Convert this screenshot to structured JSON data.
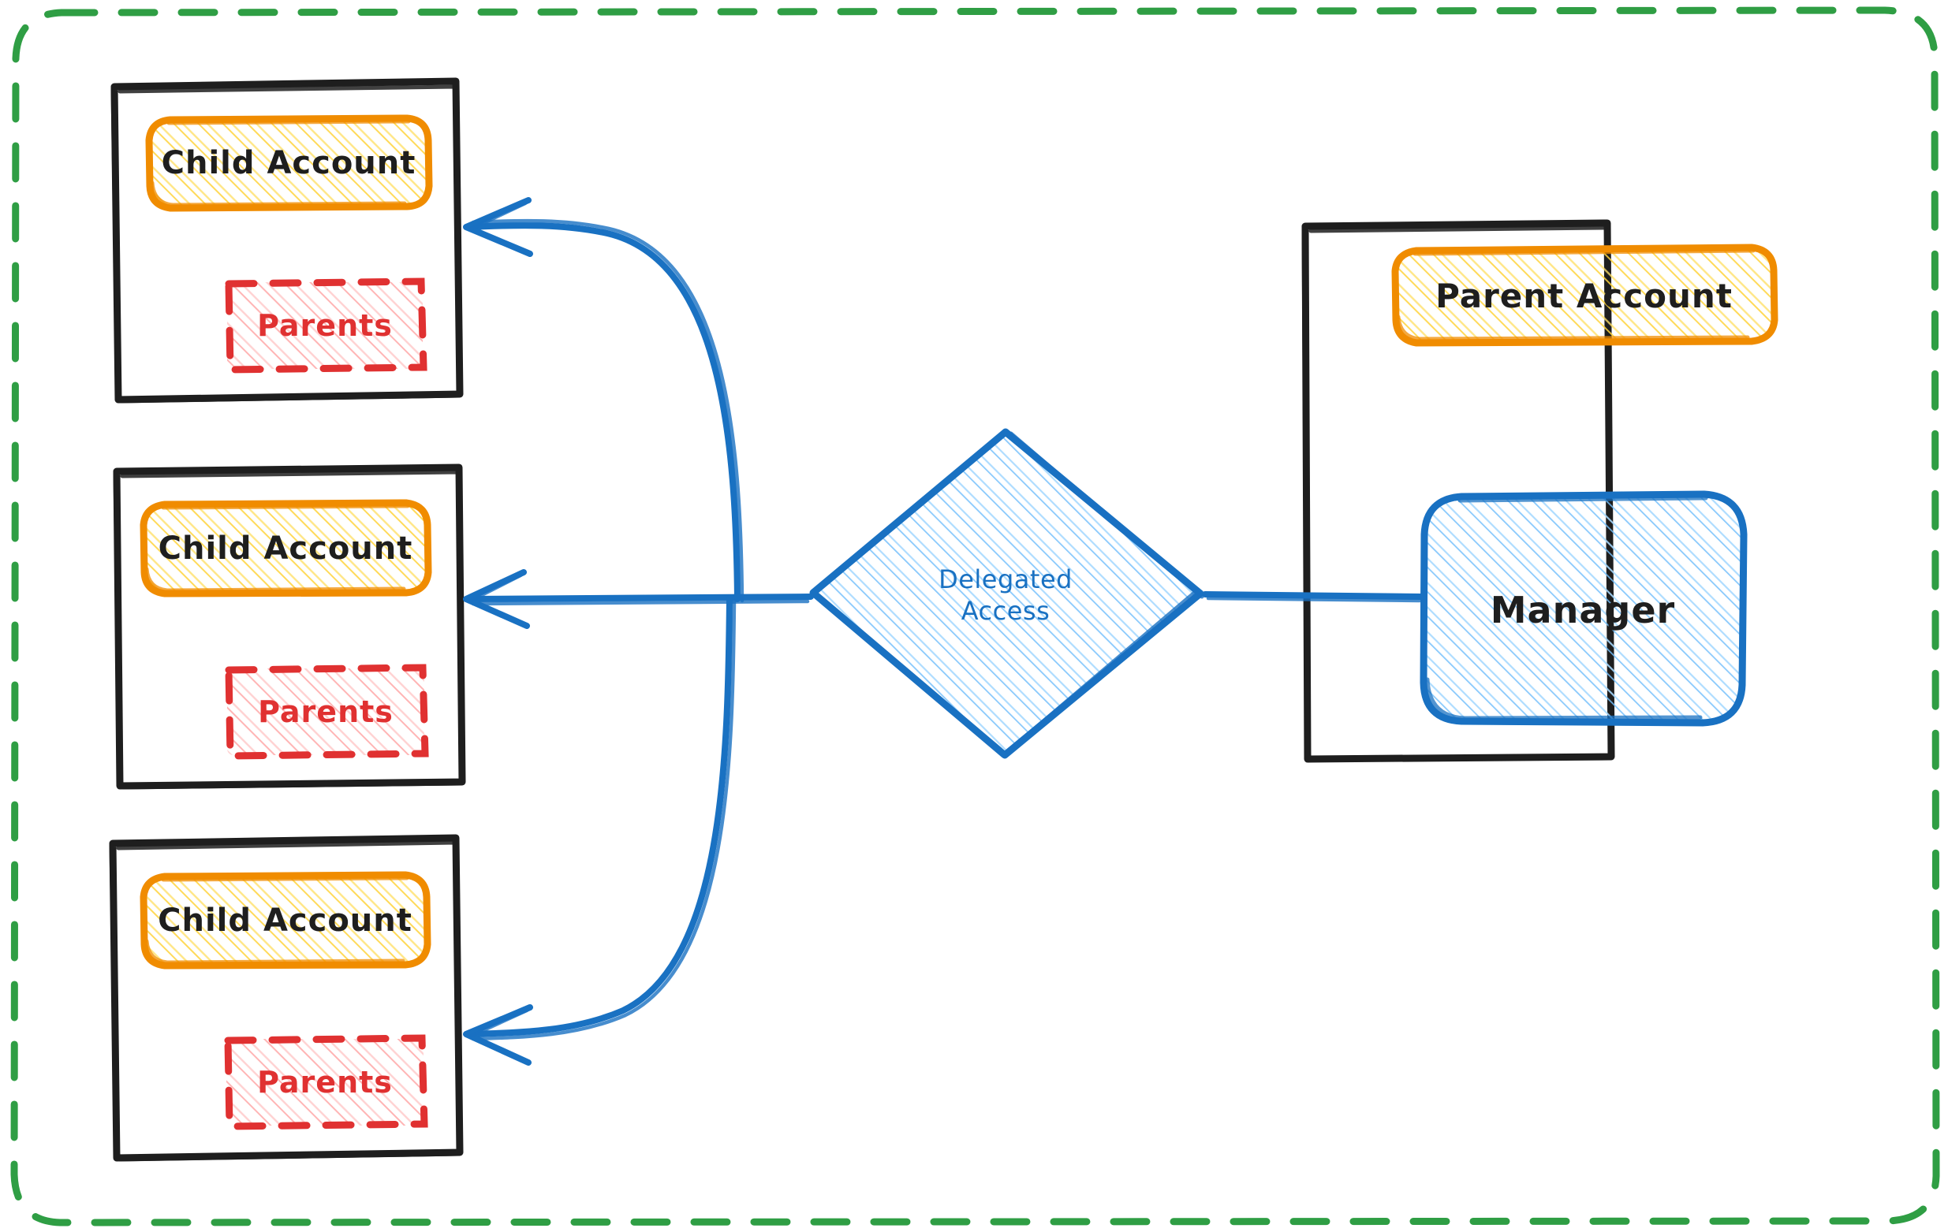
{
  "diagram": {
    "title": "Delegated Access",
    "type": "architecture-diagram",
    "style": "hand-drawn-sketch",
    "background": "#ffffff",
    "colors": {
      "boundary_green": "#2f9e44",
      "container_black": "#1e1e1e",
      "account_orange": "#f08c00",
      "account_orange_fill": "#ffec99",
      "parents_red": "#e03131",
      "parents_red_fill": "#ffc9c9",
      "link_blue": "#1971c2",
      "link_blue_fill": "#a5d8ff",
      "text_dark": "#1e1e1e"
    },
    "boundary": {
      "label": "",
      "stroke_style": "dashed",
      "color": "#2f9e44"
    },
    "left_containers": [
      {
        "name": "child-account-container-1",
        "account": {
          "label": "Child Account",
          "shape": "rounded-rect",
          "color": "#f08c00"
        },
        "parents": {
          "label": "Parents",
          "shape": "dashed-rect",
          "color": "#e03131"
        }
      },
      {
        "name": "child-account-container-2",
        "account": {
          "label": "Child Account",
          "shape": "rounded-rect",
          "color": "#f08c00"
        },
        "parents": {
          "label": "Parents",
          "shape": "dashed-rect",
          "color": "#e03131"
        }
      },
      {
        "name": "child-account-container-3",
        "account": {
          "label": "Child Account",
          "shape": "rounded-rect",
          "color": "#f08c00"
        },
        "parents": {
          "label": "Parents",
          "shape": "dashed-rect",
          "color": "#e03131"
        }
      }
    ],
    "center_node": {
      "name": "delegated-access-diamond",
      "label_line1": "Delegated",
      "label_line2": "Access",
      "shape": "diamond",
      "color": "#1971c2"
    },
    "right_container": {
      "name": "parent-account-container",
      "account": {
        "label": "Parent Account",
        "shape": "rounded-rect",
        "color": "#f08c00"
      },
      "manager": {
        "label": "Manager",
        "shape": "rounded-rect",
        "color": "#1971c2"
      }
    },
    "connections": [
      {
        "from": "delegated-access-diamond",
        "to": "child-account-container-1",
        "direction": "arrow-left",
        "color": "#1971c2"
      },
      {
        "from": "delegated-access-diamond",
        "to": "child-account-container-2",
        "direction": "arrow-left",
        "color": "#1971c2"
      },
      {
        "from": "delegated-access-diamond",
        "to": "child-account-container-3",
        "direction": "arrow-left",
        "color": "#1971c2"
      },
      {
        "from": "manager",
        "to": "delegated-access-diamond",
        "direction": "line",
        "color": "#1971c2"
      }
    ]
  }
}
